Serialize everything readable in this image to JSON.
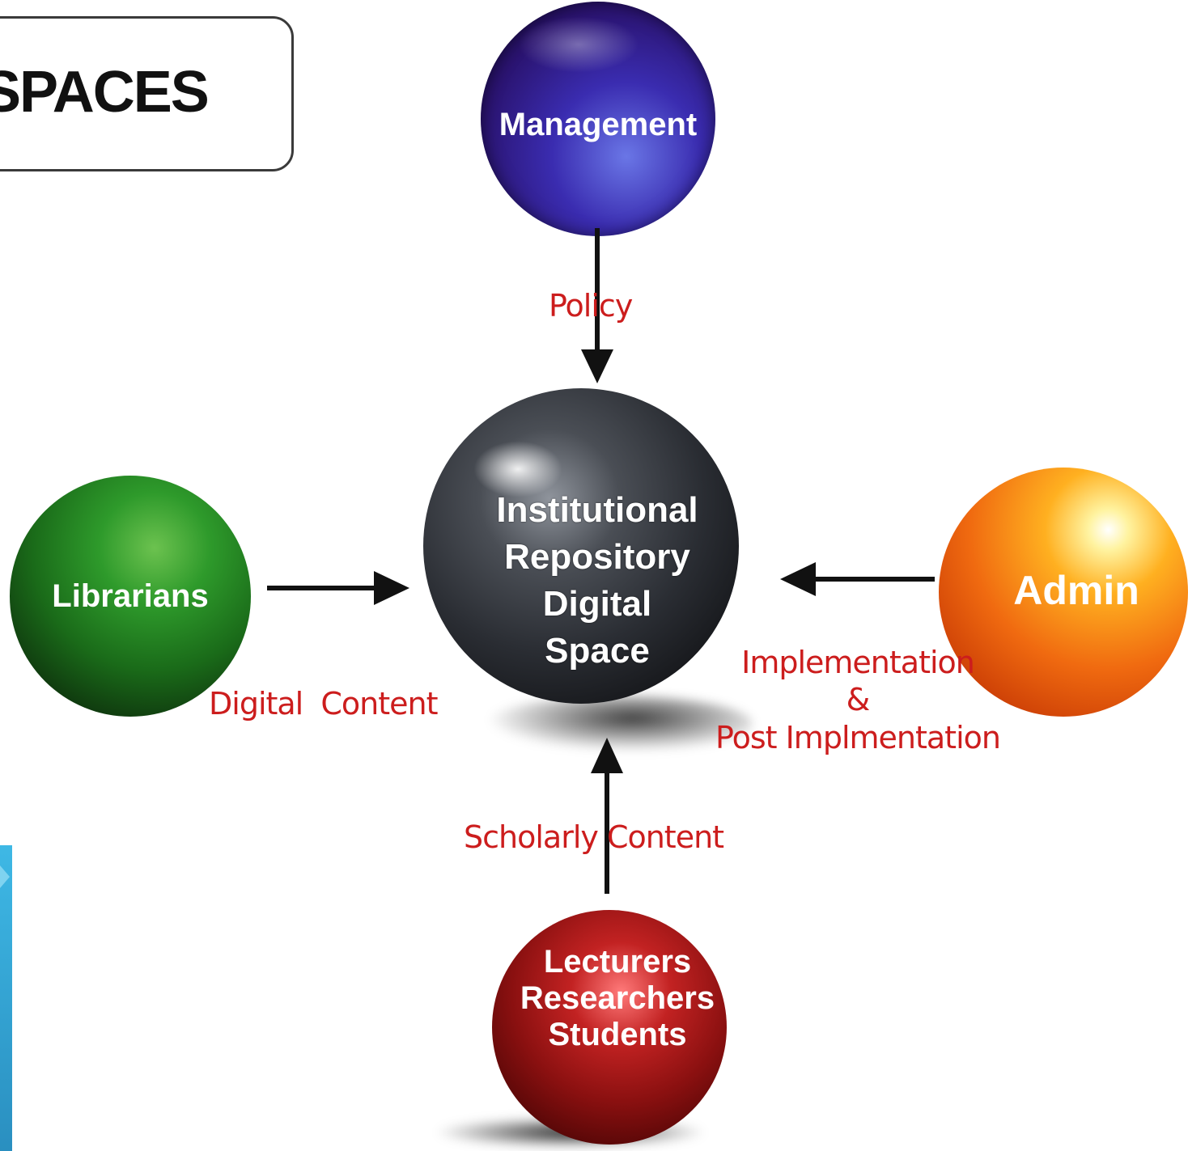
{
  "title": "SPACES",
  "colors": {
    "label_red": "#cc1d1d",
    "management": "#3b1f9c",
    "central": "#2a2d33",
    "librarians": "#1f8a22",
    "admin": "#f06a10",
    "users": "#a31818",
    "accent_bar": "#3eb8e5"
  },
  "nodes": {
    "management": {
      "lines": [
        "Management"
      ]
    },
    "central": {
      "lines": [
        "Institutional",
        "Repository",
        "Digital",
        "Space"
      ]
    },
    "librarians": {
      "lines": [
        "Librarians"
      ]
    },
    "admin": {
      "lines": [
        "Admin"
      ]
    },
    "users": {
      "lines": [
        "Lecturers",
        "Researchers",
        "Students"
      ]
    }
  },
  "edges": {
    "policy": "Policy",
    "digital_content": "Digital  Content",
    "implementation": [
      "Implementation",
      "&",
      "Post Implmentation"
    ],
    "scholarly_content": "Scholarly Content"
  }
}
